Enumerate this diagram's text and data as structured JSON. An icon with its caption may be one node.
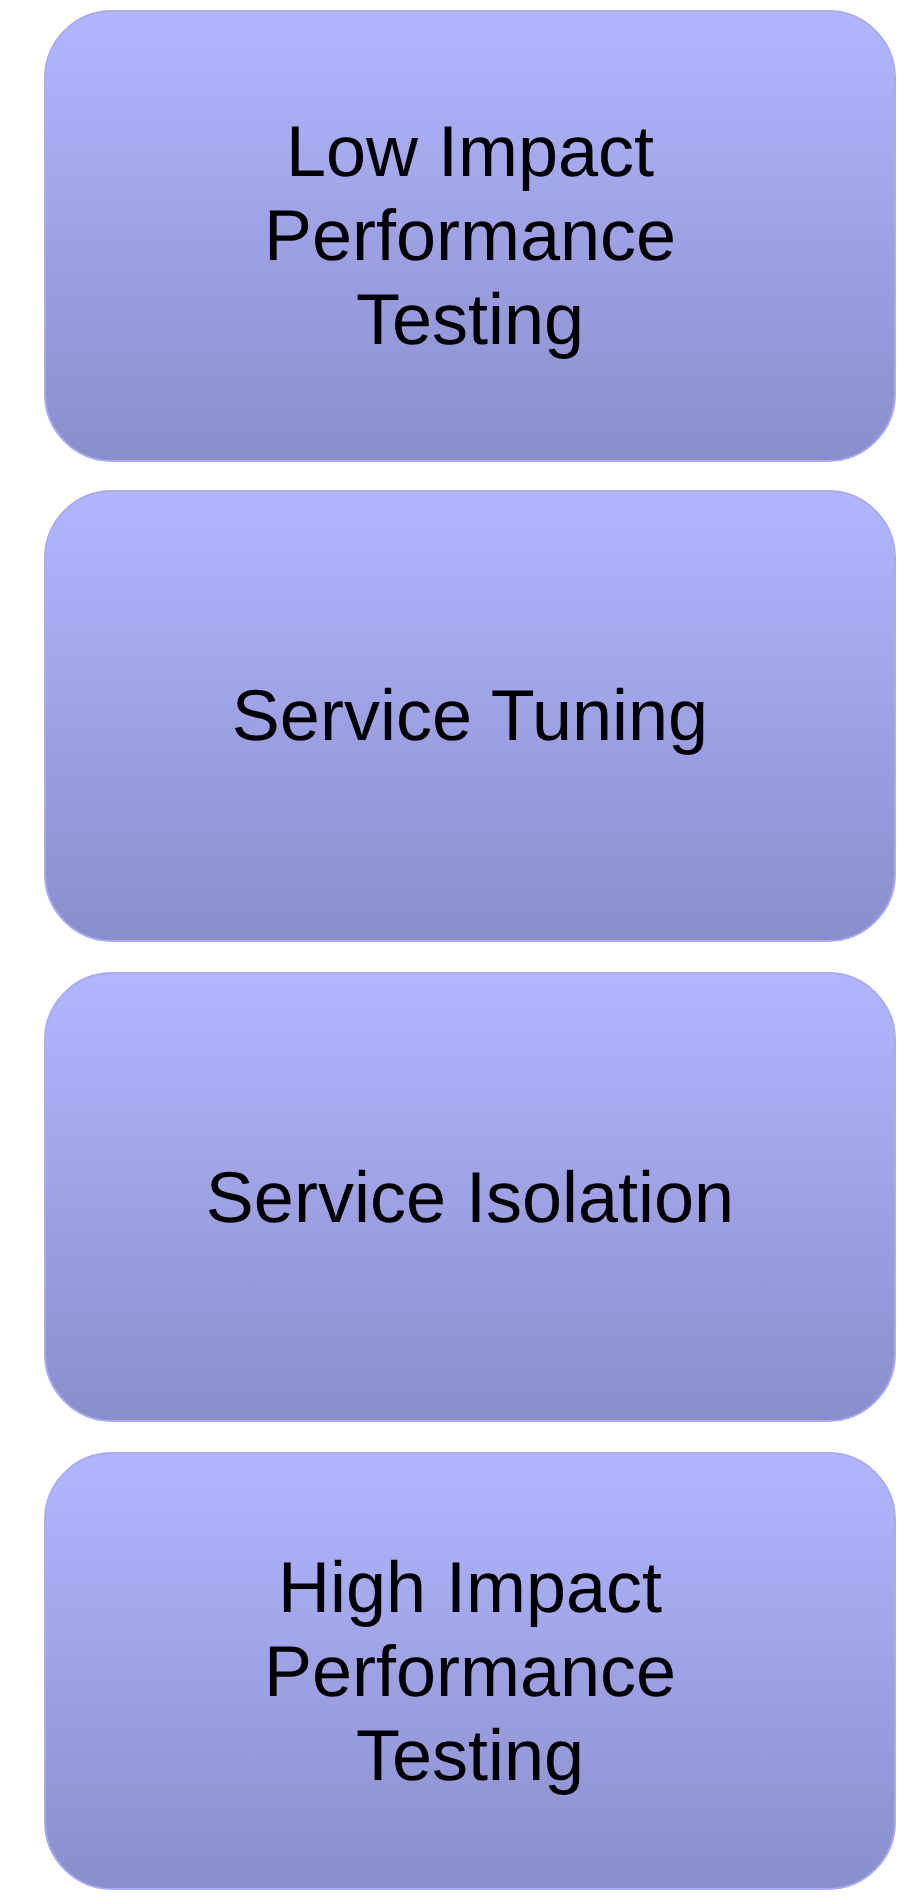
{
  "diagram": {
    "nodes": [
      {
        "text": [
          "Low Impact Performance Testing"
        ]
      },
      {
        "text": [
          "Service Tuning"
        ]
      },
      {
        "text": [
          "Service Isolation"
        ]
      },
      {
        "text": [
          "High Impact Performance Testing"
        ]
      }
    ]
  }
}
